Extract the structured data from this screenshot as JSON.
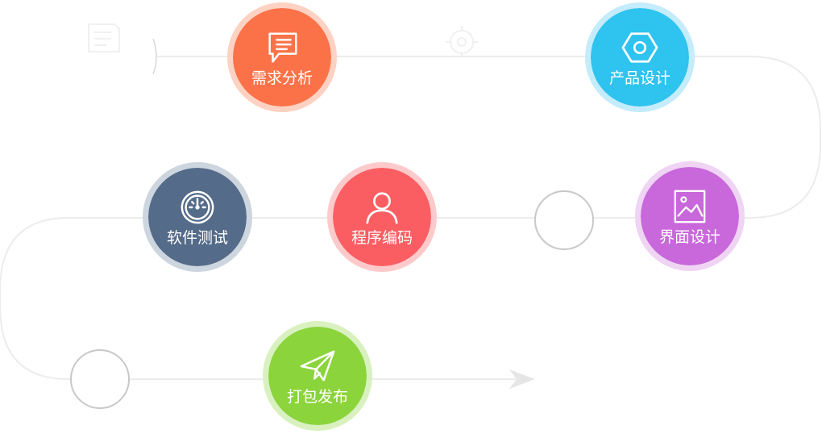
{
  "steps": {
    "requirements": {
      "label": "需求分析",
      "icon": "speech-bubble-icon",
      "color": "#fb7248",
      "ring": "#fdd2c3"
    },
    "product": {
      "label": "产品设计",
      "icon": "hexagon-nut-icon",
      "color": "#2fc3ef",
      "ring": "#c4ecfa"
    },
    "interface": {
      "label": "界面设计",
      "icon": "picture-icon",
      "color": "#c868da",
      "ring": "#efd4f4"
    },
    "coding": {
      "label": "程序编码",
      "icon": "user-icon",
      "color": "#fb5e62",
      "ring": "#fdcacb"
    },
    "testing": {
      "label": "软件测试",
      "icon": "gauge-icon",
      "color": "#546b89",
      "ring": "#cdd5df"
    },
    "publish": {
      "label": "打包发布",
      "icon": "paper-plane-icon",
      "color": "#8bd43c",
      "ring": "#d9f1c0"
    }
  },
  "connector_color": "#ececec",
  "empty_node_color": "#c8c8c8"
}
